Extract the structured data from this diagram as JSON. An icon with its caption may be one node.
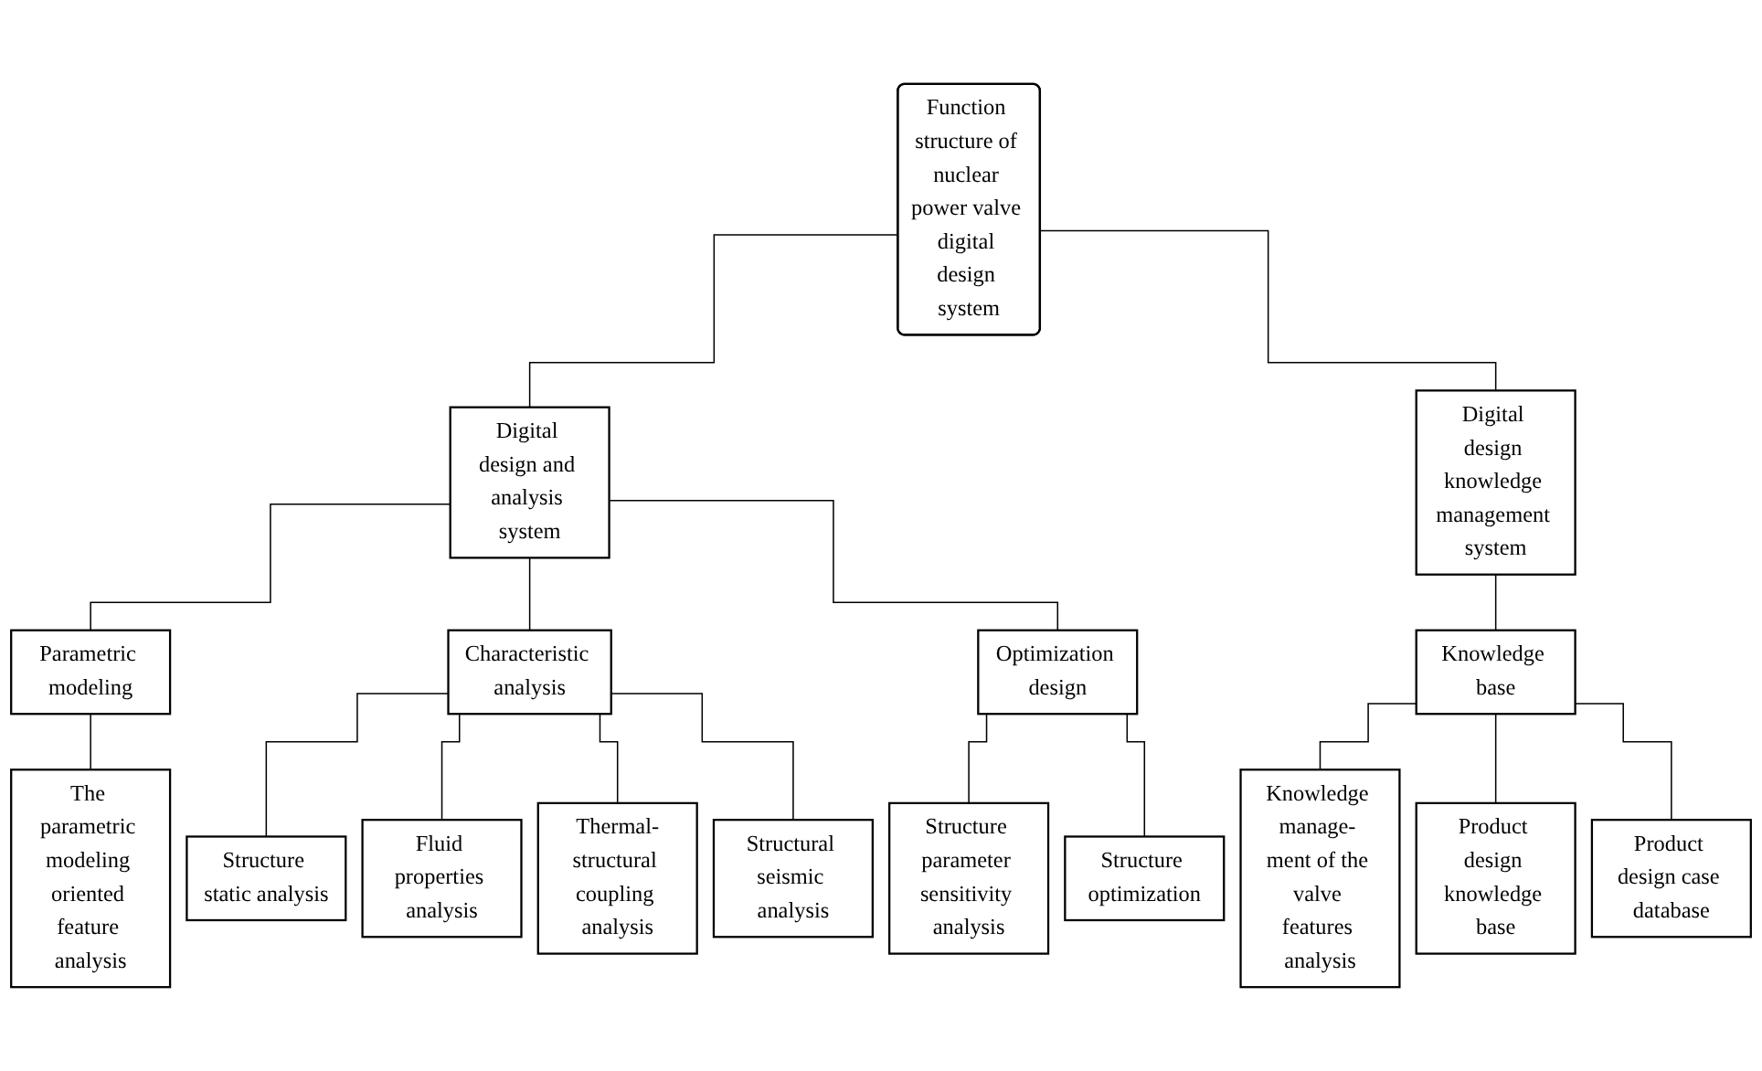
{
  "diagram": {
    "nodes": [
      {
        "text": [
          "Function structure of nuclear power valve digital design system"
        ]
      },
      {
        "text": [
          "Digital design and analysis system"
        ]
      },
      {
        "text": [
          "Digital design knowledge management system"
        ]
      },
      {
        "text": [
          "Parametric modeling"
        ]
      },
      {
        "text": [
          "Characteristic analysis"
        ]
      },
      {
        "text": [
          "Optimization design"
        ]
      },
      {
        "text": [
          "Knowledge base"
        ]
      },
      {
        "text": [
          "The parametric modeling oriented feature analysis"
        ]
      },
      {
        "text": [
          "Structure static analysis"
        ]
      },
      {
        "text": [
          "Fluid properties analysis"
        ]
      },
      {
        "text": [
          "Thermal-structural coupling analysis"
        ]
      },
      {
        "text": [
          "Structural seismic analysis"
        ]
      },
      {
        "text": [
          "Structure parameter sensitivity analysis"
        ]
      },
      {
        "text": [
          "Structure optimization"
        ]
      },
      {
        "text": [
          "Knowledge manage- ment of the valve features analysis"
        ]
      },
      {
        "text": [
          "Product design knowledge base"
        ]
      },
      {
        "text": [
          "Product design case database"
        ]
      }
    ],
    "edges": [
      {
        "from": 0,
        "to": 1,
        "arrow": "none"
      },
      {
        "from": 0,
        "to": 2,
        "arrow": "none"
      },
      {
        "from": 1,
        "to": 3,
        "arrow": "none"
      },
      {
        "from": 1,
        "to": 4,
        "arrow": "none"
      },
      {
        "from": 1,
        "to": 5,
        "arrow": "none"
      },
      {
        "from": 2,
        "to": 6,
        "arrow": "none"
      },
      {
        "from": 3,
        "to": 7,
        "arrow": "none"
      },
      {
        "from": 4,
        "to": 8,
        "arrow": "none"
      },
      {
        "from": 4,
        "to": 9,
        "arrow": "none"
      },
      {
        "from": 4,
        "to": 10,
        "arrow": "none"
      },
      {
        "from": 4,
        "to": 11,
        "arrow": "none"
      },
      {
        "from": 5,
        "to": 12,
        "arrow": "none"
      },
      {
        "from": 5,
        "to": 13,
        "arrow": "none"
      },
      {
        "from": 6,
        "to": 14,
        "arrow": "none"
      },
      {
        "from": 6,
        "to": 15,
        "arrow": "none"
      },
      {
        "from": 6,
        "to": 16,
        "arrow": "none"
      }
    ]
  }
}
